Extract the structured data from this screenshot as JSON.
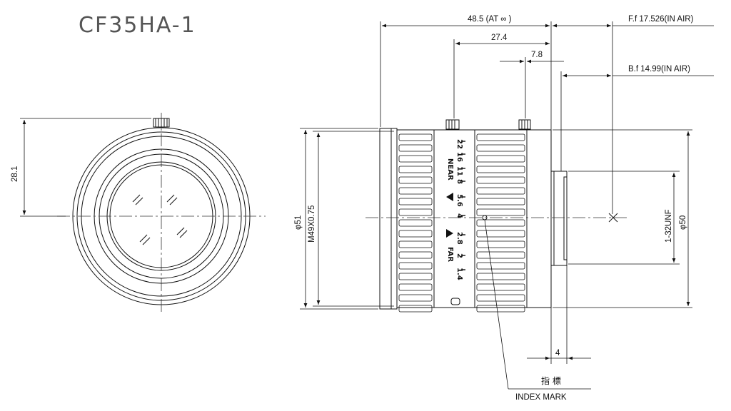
{
  "title": "CF35HA-1",
  "dimensions": {
    "overall_length": "48.5 (AT ∞ )",
    "length_27": "27.4",
    "length_7": "7.8",
    "flange_focal": "F.f  17.526(IN AIR)",
    "back_focal": "B.f  14.99(IN AIR)",
    "mount_depth": "4",
    "screw_height": "28.1",
    "outer_dia": "φ51",
    "filter_thread": "M49X0.75",
    "mount_thread": "1-32UNF",
    "body_dia": "φ50"
  },
  "index_mark": {
    "kanji": "指 標",
    "label": "INDEX MARK"
  },
  "aperture_scale": {
    "values": [
      "22",
      "16",
      "11",
      "8",
      "5.6",
      "4",
      "2.8",
      "2",
      "1.4"
    ],
    "near": "NEAR",
    "far": "FAR"
  },
  "colors": {
    "line": "#111111",
    "center_line": "#333333",
    "title": "#555555"
  }
}
